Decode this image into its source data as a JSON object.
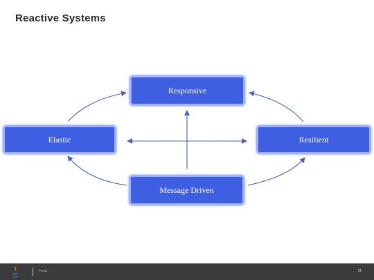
{
  "slide": {
    "title": "Reactive Systems"
  },
  "diagram": {
    "nodes": {
      "responsive": "Responsive",
      "elastic": "Elastic",
      "resilient": "Resilient",
      "message_driven": "Message Driven"
    }
  },
  "footer": {
    "label": "Public",
    "page_number": "31"
  },
  "colors": {
    "node_fill": "#3f5fe3",
    "node_border": "#9fb0ff",
    "arrow": "#4660c8",
    "footer_bg": "#3b3b3b"
  }
}
